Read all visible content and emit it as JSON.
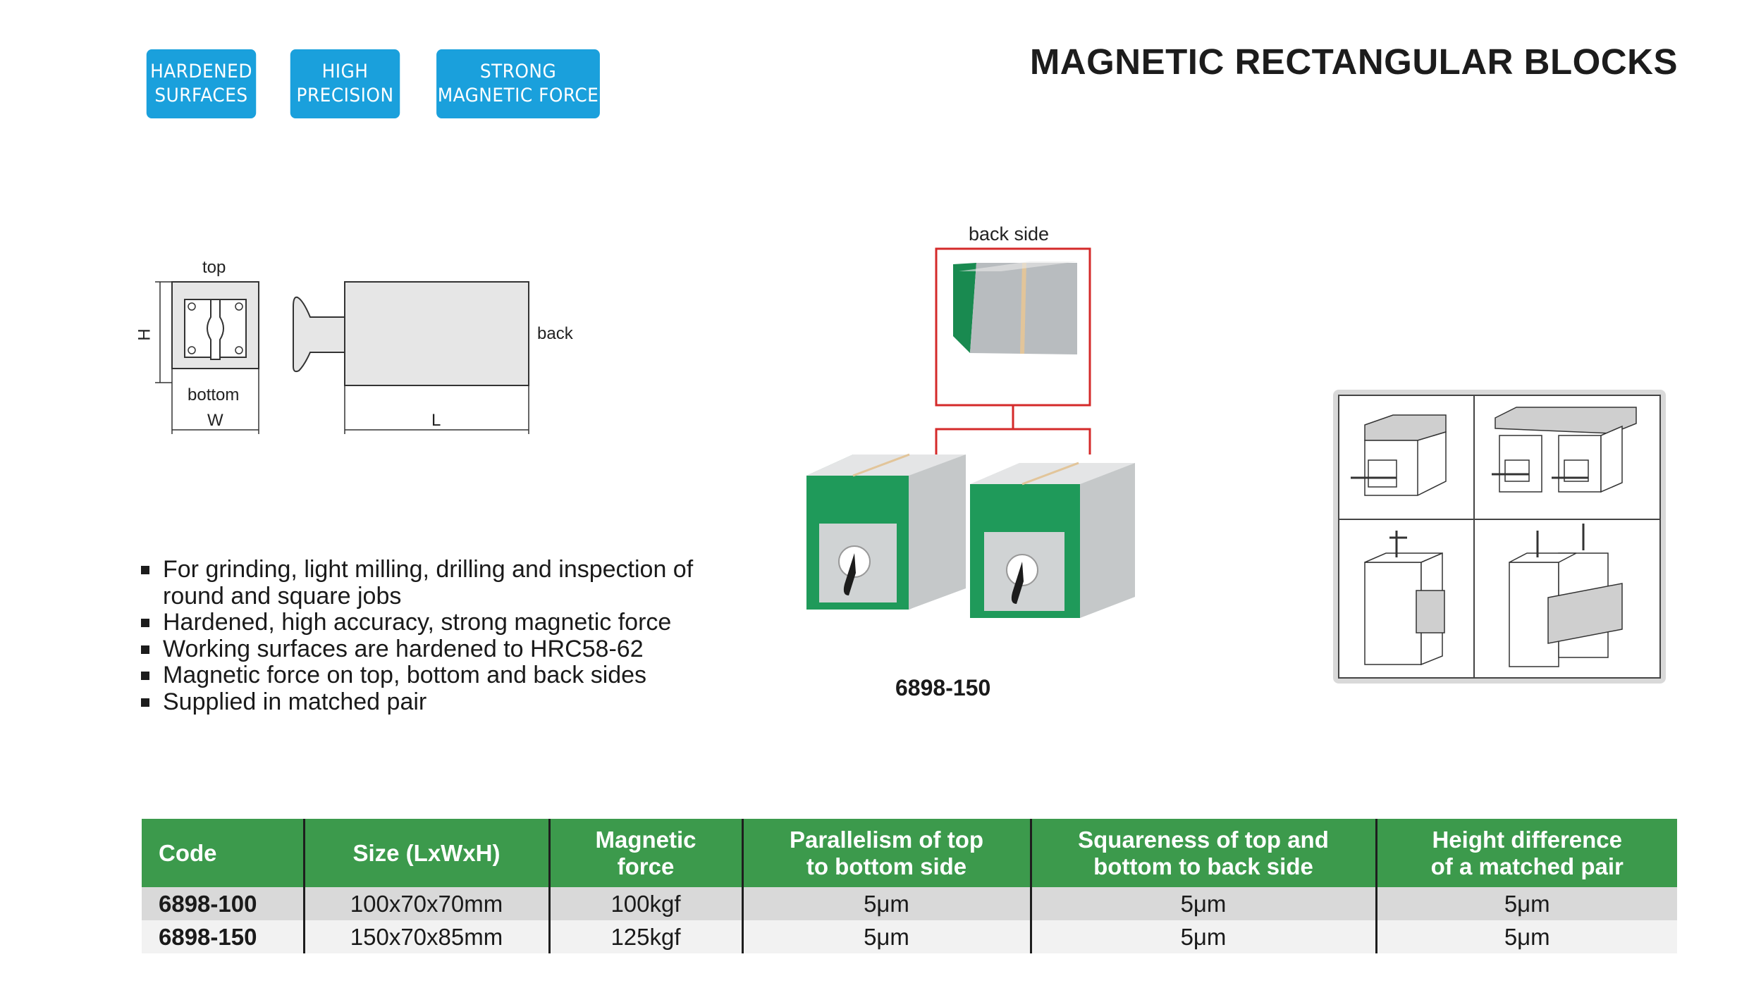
{
  "badges": [
    {
      "line1": "HARDENED",
      "line2": "SURFACES"
    },
    {
      "line1": "HIGH",
      "line2": "PRECISION"
    },
    {
      "line1": "STRONG",
      "line2": "MAGNETIC FORCE"
    }
  ],
  "title": "MAGNETIC RECTANGULAR BLOCKS",
  "diagram": {
    "top": "top",
    "bottom": "bottom",
    "back": "back",
    "h": "H",
    "w": "W",
    "l": "L"
  },
  "photo": {
    "back_side_label": "back side",
    "model": "6898-150"
  },
  "features": [
    "For grinding, light milling, drilling and inspection of round and square jobs",
    "Hardened, high accuracy, strong magnetic force",
    "Working surfaces are hardened to HRC58-62",
    "Magnetic force on top, bottom and back sides",
    "Supplied in matched pair"
  ],
  "table": {
    "headers": [
      [
        "Code"
      ],
      [
        "Size (LxWxH)"
      ],
      [
        "Magnetic",
        "force"
      ],
      [
        "Parallelism of top",
        "to bottom side"
      ],
      [
        "Squareness of top and",
        "bottom to back side"
      ],
      [
        "Height difference",
        "of a matched pair"
      ]
    ],
    "rows": [
      [
        "6898-100",
        "100x70x70mm",
        "100kgf",
        "5μm",
        "5μm",
        "5μm"
      ],
      [
        "6898-150",
        "150x70x85mm",
        "125kgf",
        "5μm",
        "5μm",
        "5μm"
      ]
    ]
  },
  "colors": {
    "badge": "#1aa0dc",
    "table_header": "#3c9a4c",
    "block_green": "#1f9a5a",
    "frame_red": "#d42a2a"
  }
}
